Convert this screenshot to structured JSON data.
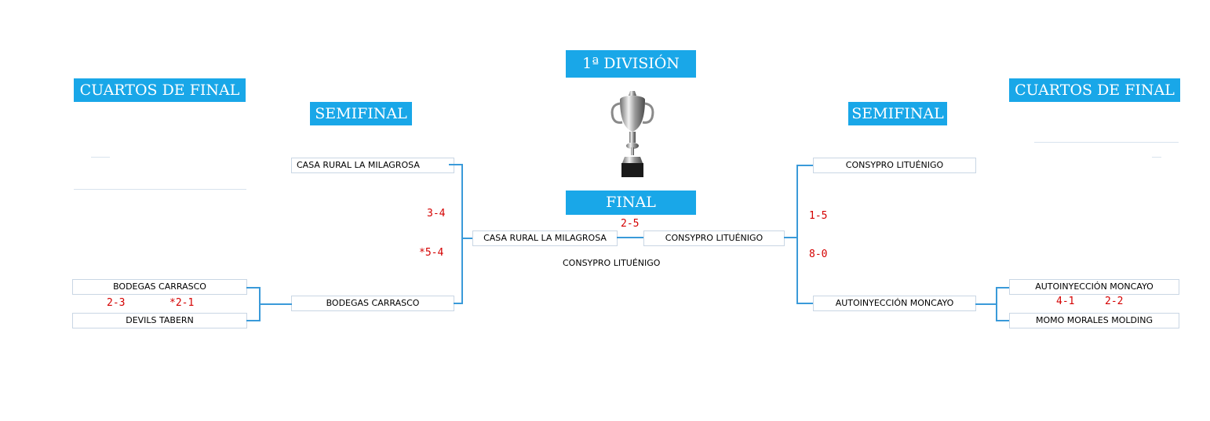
{
  "division": "1ª DIVISIÓN",
  "final_label": "FINAL",
  "left": {
    "quarter_label": "CUARTOS DE FINAL",
    "semi_label": "SEMIFINAL",
    "qf_team_a": "BODEGAS CARRASCO",
    "qf_team_b": "DEVILS TABERN",
    "qf_score_1": "2-3",
    "qf_score_2": "*2-1",
    "sf_team_top": "CASA RURAL LA MILAGROSA",
    "sf_team_bottom": "BODEGAS CARRASCO",
    "sf_score_1": "3-4",
    "sf_score_2": "*5-4"
  },
  "right": {
    "quarter_label": "CUARTOS DE FINAL",
    "semi_label": "SEMIFINAL",
    "qf_team_a": "AUTOINYECCIÓN MONCAYO",
    "qf_team_b": "MOMO MORALES MOLDING",
    "qf_score_1": "4-1",
    "qf_score_2": "2-2",
    "sf_team_top": "CONSYPRO LITUÉNIGO",
    "sf_team_bottom": "AUTOINYECCIÓN MONCAYO",
    "sf_score_1": "1-5",
    "sf_score_2": "8-0"
  },
  "final": {
    "team_left": "CASA RURAL LA MILAGROSA",
    "team_right": "CONSYPRO LITUÉNIGO",
    "score": "2-5",
    "champion": "CONSYPRO LITUÉNIGO"
  },
  "colors": {
    "header_bg": "#19a7e8",
    "connector": "#3a9ad9",
    "score_text": "#d40000"
  }
}
